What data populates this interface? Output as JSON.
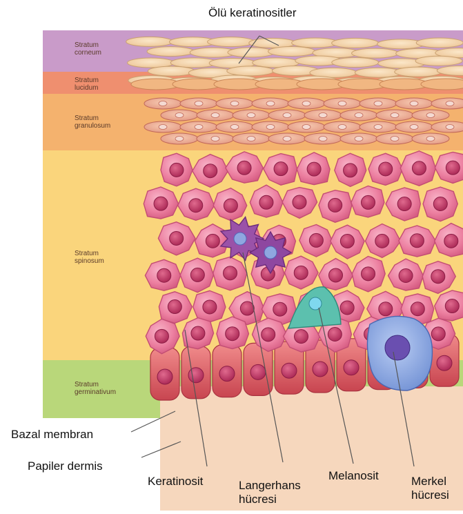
{
  "title": "Ölü keratinositler",
  "layers": [
    {
      "id": "corneum",
      "line1": "Stratum",
      "line2": "corneum",
      "color": "#c99bc9"
    },
    {
      "id": "lucidum",
      "line1": "Stratum",
      "line2": "lucidum",
      "color": "#ef8f6f"
    },
    {
      "id": "granulosum",
      "line1": "Stratum",
      "line2": "granulosum",
      "color": "#f4b26e"
    },
    {
      "id": "spinosum",
      "line1": "Stratum",
      "line2": "spinosum",
      "color": "#fad57c"
    },
    {
      "id": "germinativum",
      "line1": "Stratum",
      "line2": "germinativum",
      "color": "#b9d77a"
    }
  ],
  "labels": {
    "bazal_membran": "Bazal membran",
    "papiler_dermis": "Papiler dermis",
    "keratinosit": "Keratinosit",
    "langerhans_1": "Langerhans",
    "langerhans_2": "hücresi",
    "melanosit": "Melanosit",
    "merkel_1": "Merkel",
    "merkel_2": "hücresi"
  },
  "colors": {
    "keratinocyte": "#ec7fa0",
    "nucleus": "#c43463",
    "langerhans": "#9a52a8",
    "melanocyte": "#5cc0ae",
    "merkel": "#7a9ad8",
    "dermis": "#f6d7bd"
  }
}
